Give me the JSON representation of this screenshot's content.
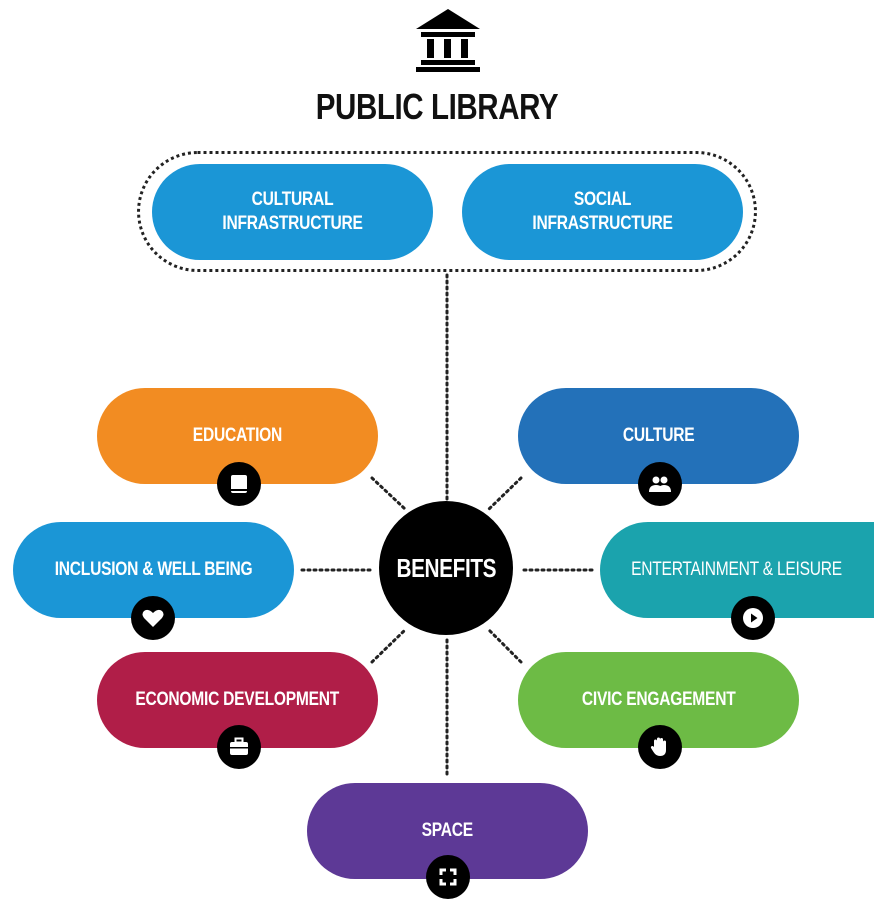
{
  "title": "PUBLIC LIBRARY",
  "infrastructure": [
    {
      "label": "CULTURAL\nINFRASTRUCTURE",
      "color": "#1b96d6"
    },
    {
      "label": "SOCIAL\nINFRASTRUCTURE",
      "color": "#1b96d6"
    }
  ],
  "center_label": "BENEFITS",
  "benefits": {
    "education": {
      "label": "EDUCATION",
      "color": "#f28c22",
      "icon": "book-icon"
    },
    "culture": {
      "label": "CULTURE",
      "color": "#2371b9",
      "icon": "people-icon"
    },
    "inclusion": {
      "label": "INCLUSION & WELL BEING",
      "color": "#1b96d6",
      "icon": "heart-icon"
    },
    "entertainment": {
      "label": "ENTERTAINMENT & LEISURE",
      "color": "#1ba3ad",
      "icon": "play-icon"
    },
    "economic": {
      "label": "ECONOMIC DEVELOPMENT",
      "color": "#b01e48",
      "icon": "briefcase-icon"
    },
    "civic": {
      "label": "CIVIC ENGAGEMENT",
      "color": "#6dbb45",
      "icon": "hand-icon"
    },
    "space": {
      "label": "SPACE",
      "color": "#5d3996",
      "icon": "expand-icon"
    }
  }
}
